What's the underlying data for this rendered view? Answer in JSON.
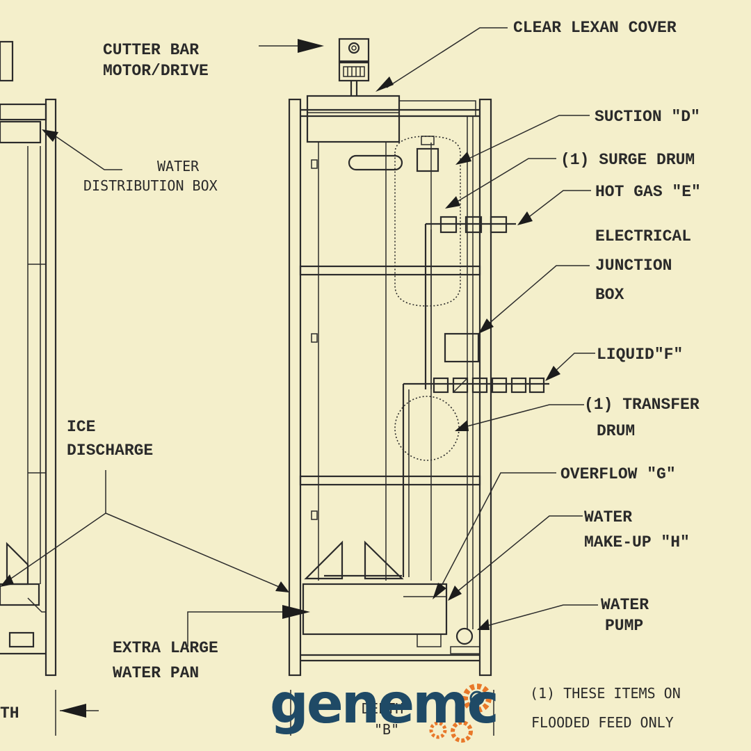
{
  "labels": {
    "clear_lexan_cover": "CLEAR LEXAN COVER",
    "cutter_bar_line1": "CUTTER BAR",
    "cutter_bar_line2": "MOTOR/DRIVE",
    "suction_d": "SUCTION  \"D\"",
    "surge_drum": "(1) SURGE DRUM",
    "hot_gas_e": "HOT GAS  \"E\"",
    "water_dist_line1": "WATER",
    "water_dist_line2": "DISTRIBUTION BOX",
    "electrical_line1": "ELECTRICAL",
    "electrical_line2": "JUNCTION",
    "electrical_line3": "BOX",
    "liquid_f": "LIQUID\"F\"",
    "transfer_drum_line1": "(1) TRANSFER",
    "transfer_drum_line2": "DRUM",
    "ice_discharge_line1": "ICE",
    "ice_discharge_line2": "DISCHARGE",
    "overflow_g": "OVERFLOW   \"G\"",
    "water_makeup_line1": "WATER",
    "water_makeup_line2": "MAKE-UP  \"H\"",
    "water_pump_line1": "WATER",
    "water_pump_line2": "PUMP",
    "water_pan_line1": "EXTRA LARGE",
    "water_pan_line2": "WATER PAN",
    "depth_left": "TH",
    "depth_mid": "DEPTH",
    "depth_b": "\"B\"",
    "note_line1": "(1) THESE ITEMS ON",
    "note_line2": "FLOODED FEED ONLY"
  },
  "logo": {
    "text": "genemc"
  },
  "colors": {
    "paper": "#f4efcb",
    "ink": "#2b2b2b",
    "logo": "#1f4a66",
    "gear": "#e8782a"
  }
}
